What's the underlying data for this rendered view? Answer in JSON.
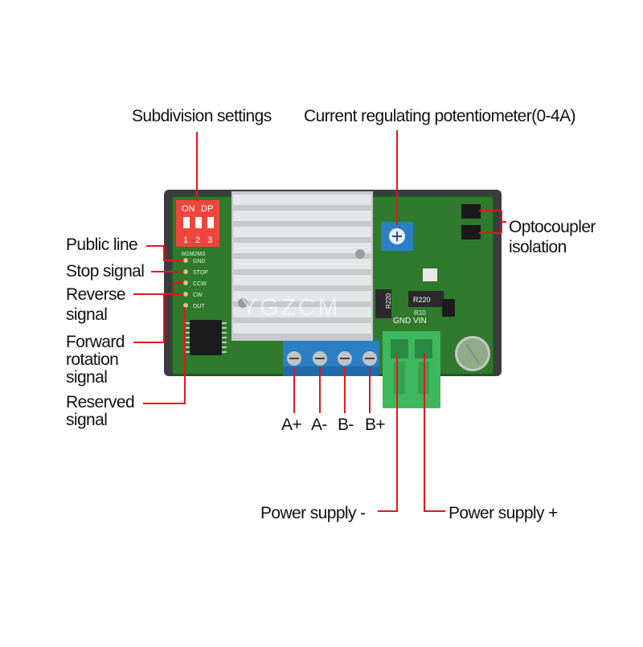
{
  "colors": {
    "callout": "#e8141c",
    "pcb": "#2f7a2c",
    "heatsink": "#d4d6d8",
    "terminal_blue": "#2c7fc4",
    "terminal_green": "#3eb85c",
    "dip": "#f0453c",
    "enclosure": "#3a3d3f"
  },
  "icons": [
    "dip-switch-icon",
    "potentiometer-icon",
    "terminal-screw-icon",
    "capacitor-icon",
    "optocoupler-icon"
  ],
  "labels": {
    "subdivision": "Subdivision settings",
    "potentiometer": "Current regulating potentiometer(0-4A)",
    "optocoupler_1": "Optocoupler",
    "optocoupler_2": "isolation",
    "public_line": "Public line",
    "stop_signal": "Stop signal",
    "reverse_1": "Reverse",
    "reverse_2": "signal",
    "forward_1": "Forward",
    "forward_2": "rotation",
    "forward_3": "signal",
    "reserved_1": "Reserved",
    "reserved_2": "signal",
    "a_plus": "A+",
    "a_minus": "A-",
    "b_minus": "B-",
    "b_plus": "B+",
    "power_minus": "Power supply -",
    "power_plus": "Power supply +"
  },
  "board": {
    "dip_on": "ON",
    "dip_dp": "DP",
    "dip_1": "1",
    "dip_2": "2",
    "dip_3": "3",
    "m_labels": "M1M2M3",
    "pin_gnd": "GND",
    "pin_stop": "STOP",
    "pin_ccw": "CCW",
    "pin_cw": "CW",
    "pin_out": "OUT",
    "gnd_vin": "GND VIN",
    "r220_a": "R220",
    "r220_b": "R220",
    "r10": "R10",
    "watermark": "YGZCM"
  }
}
